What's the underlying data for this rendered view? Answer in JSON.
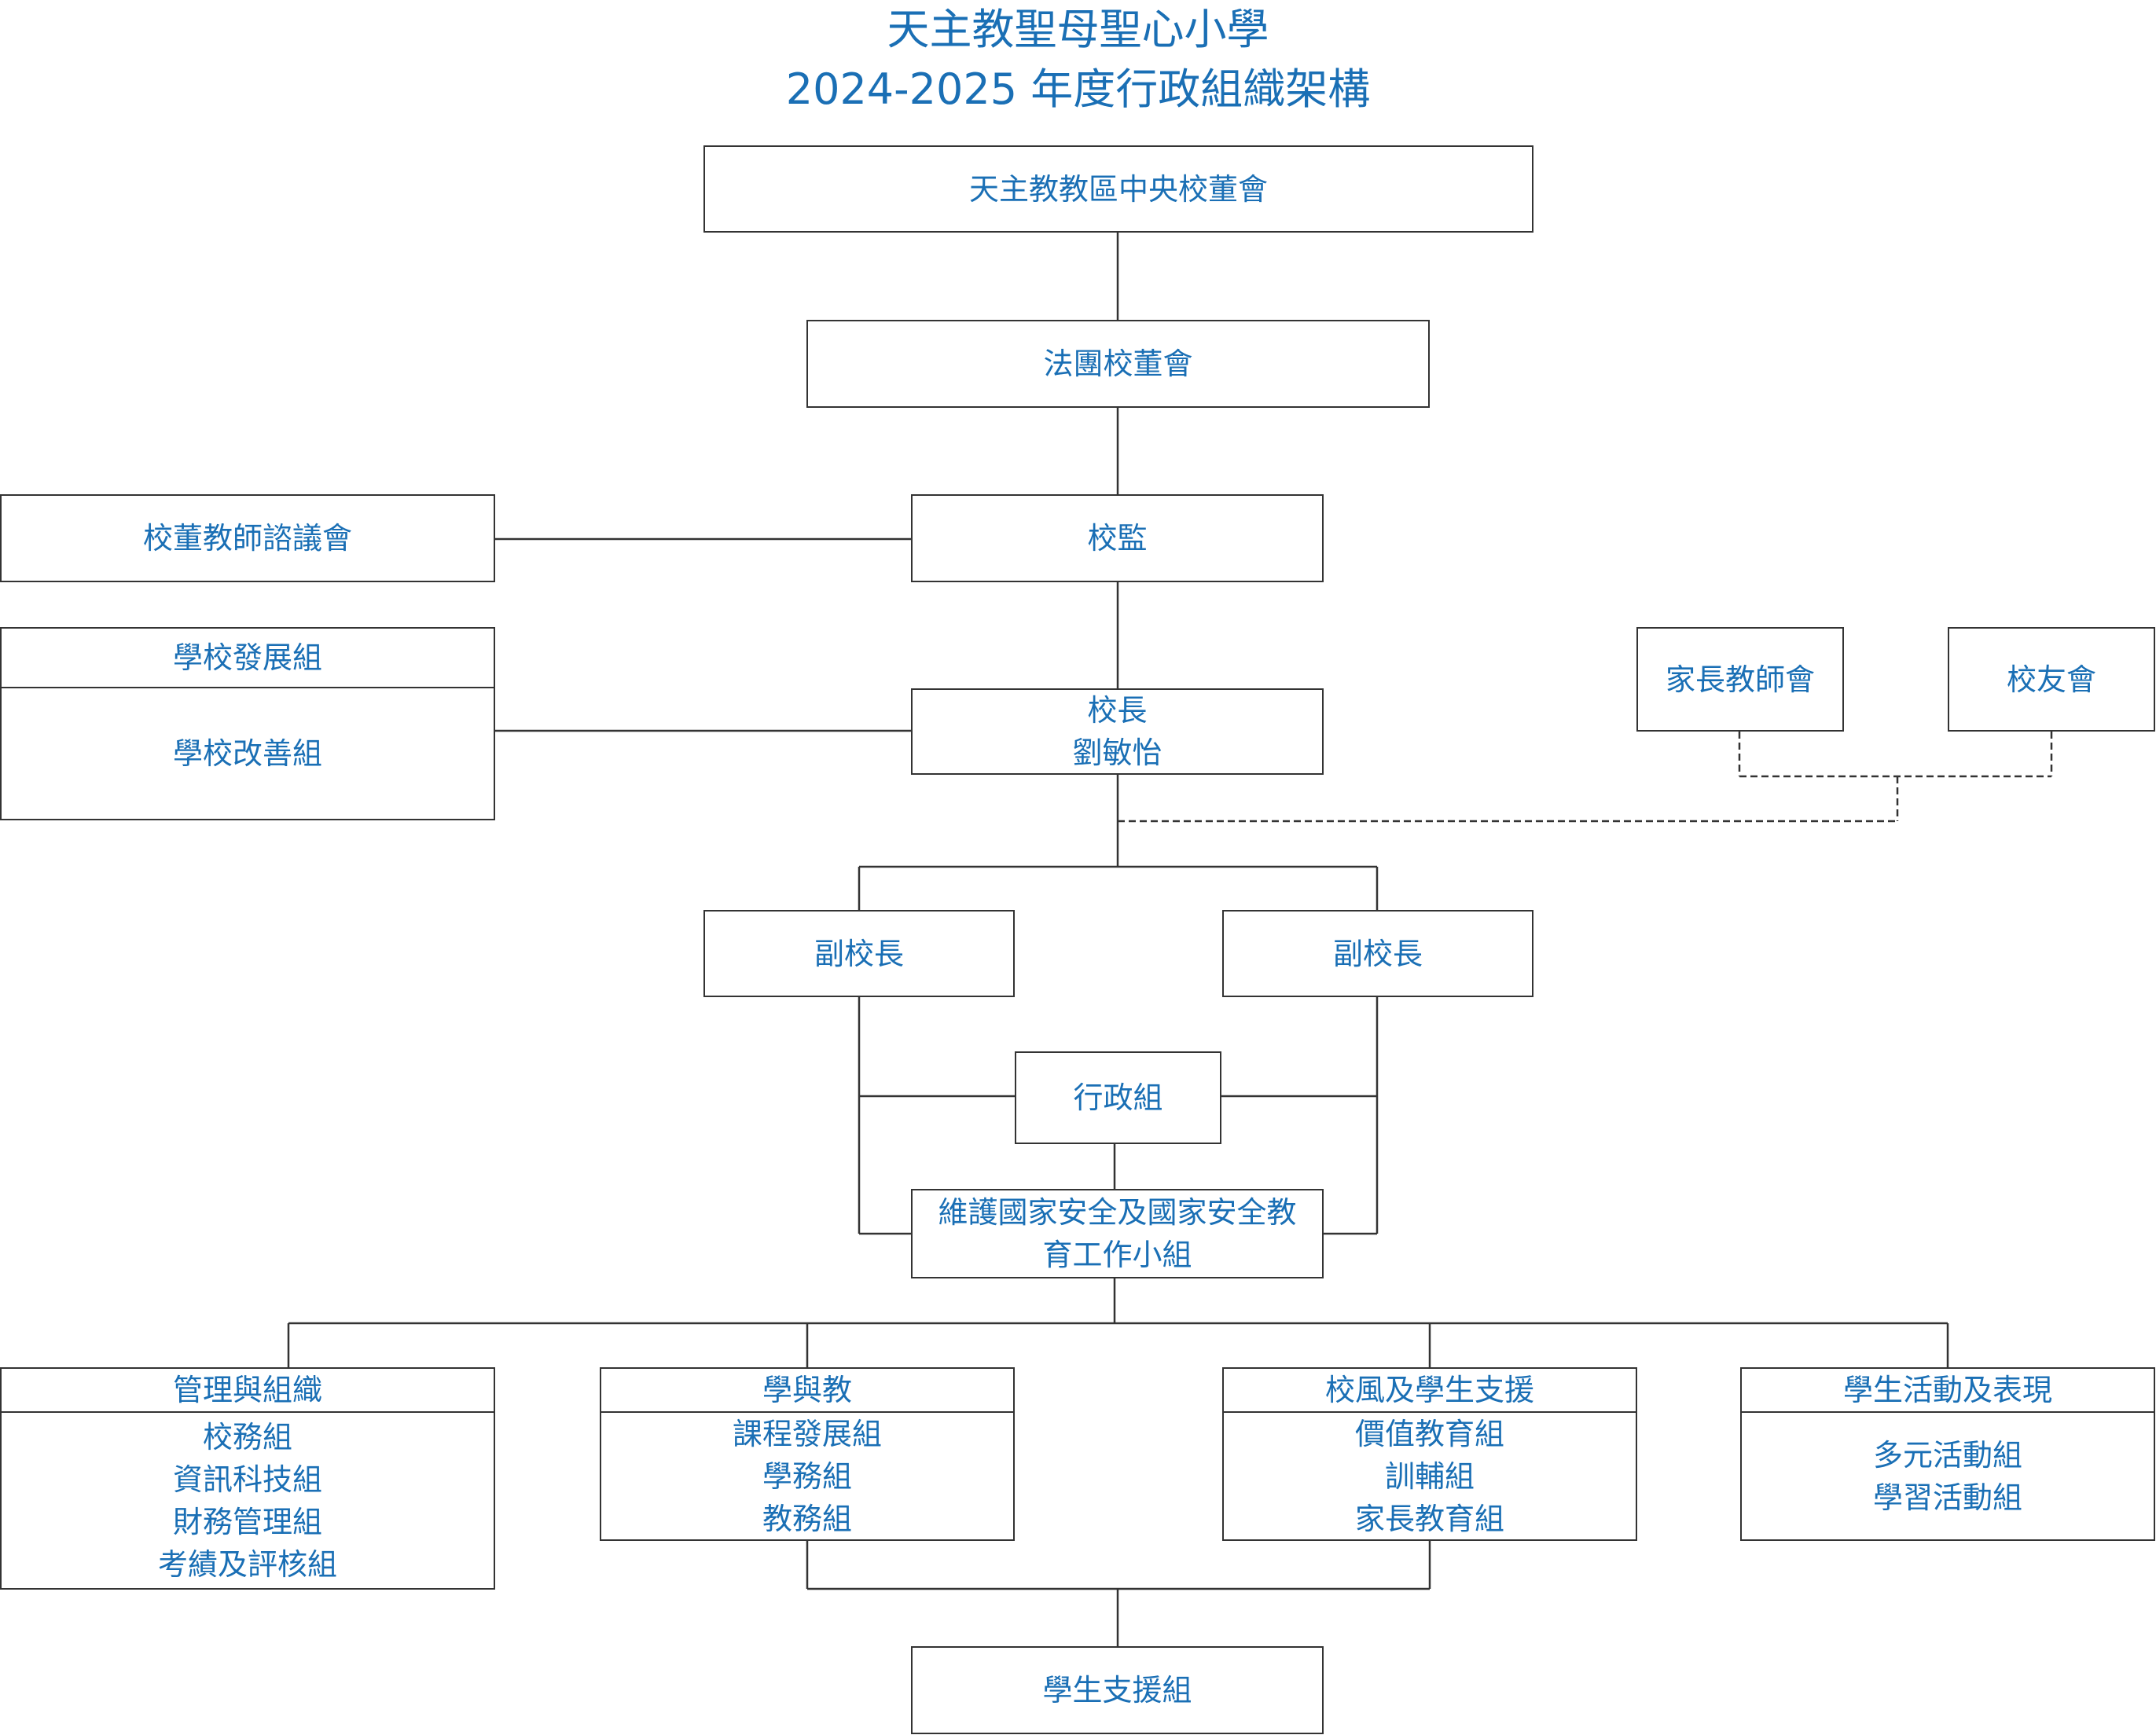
{
  "title": {
    "line1": "天主教聖母聖心小學",
    "line2": "2024-2025 年度行政組織架構"
  },
  "nodes": {
    "central_board": "天主教教區中央校董會",
    "corporate_board": "法團校董會",
    "supervisor": "校監",
    "board_teacher_council": "校董教師諮議會",
    "school_dev": {
      "header": "學校發展組",
      "body": "學校改善組"
    },
    "principal": {
      "role": "校長",
      "name": "劉敏怡"
    },
    "pta": "家長教師會",
    "alumni": "校友會",
    "vp_left": "副校長",
    "vp_right": "副校長",
    "admin_group": "行政組",
    "security_group": {
      "line1": "維護國家安全及國家安全教",
      "line2": "育工作小組"
    },
    "mgmt": {
      "header": "管理與組織",
      "items": [
        "校務組",
        "資訊科技組",
        "財務管理組",
        "考績及評核組"
      ]
    },
    "learning": {
      "header": "學與教",
      "items": [
        "課程發展組",
        "學務組",
        "教務組"
      ]
    },
    "ethos": {
      "header": "校風及學生支援",
      "items": [
        "價值教育組",
        "訓輔組",
        "家長教育組"
      ]
    },
    "activities": {
      "header": "學生活動及表現",
      "items": [
        "多元活動組",
        "學習活動組"
      ]
    },
    "student_support": "學生支援組"
  },
  "colors": {
    "text": "#1a6fb5",
    "border": "#333333",
    "line": "#333333"
  }
}
